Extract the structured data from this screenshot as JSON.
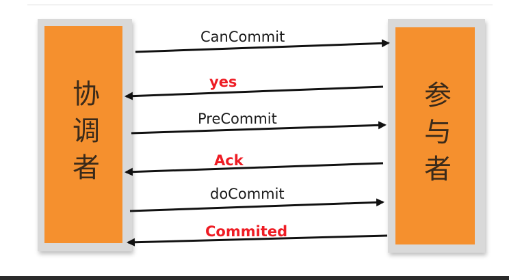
{
  "participants": {
    "coordinator": "协调者",
    "participant": "参与者"
  },
  "messages": [
    {
      "label": "CanCommit",
      "color": "#1a1a1a",
      "direction": "right"
    },
    {
      "label": "yes",
      "color": "#ee1c24",
      "direction": "left"
    },
    {
      "label": "PreCommit",
      "color": "#1a1a1a",
      "direction": "right"
    },
    {
      "label": "Ack",
      "color": "#ee1c24",
      "direction": "left"
    },
    {
      "label": "doCommit",
      "color": "#1a1a1a",
      "direction": "right"
    },
    {
      "label": "Commited",
      "color": "#ee1c24",
      "direction": "left"
    }
  ],
  "colors": {
    "box_fill": "#f5902e",
    "arrow": "#111111",
    "reply_text": "#ee1c24"
  }
}
